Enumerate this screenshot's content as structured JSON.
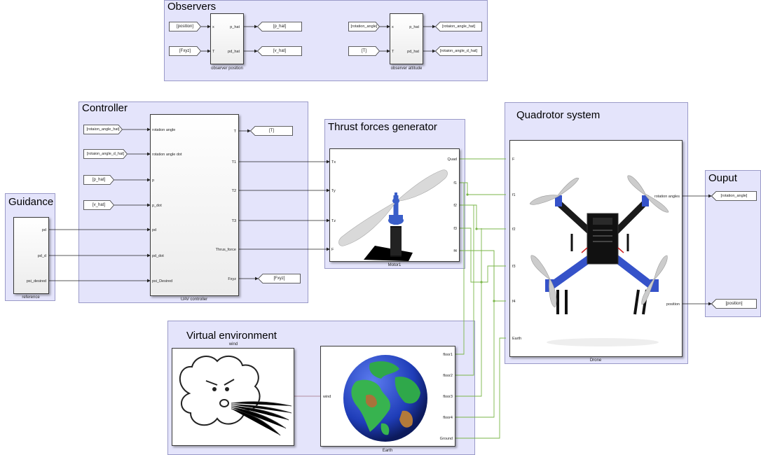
{
  "areas": {
    "observers": "Observers",
    "controller": "Controller",
    "guidance": "Guidance",
    "thrust": "Thrust forces generator",
    "quadrotor": "Quadrotor system",
    "output": "Ouput",
    "virtual_env": "Virtual environment"
  },
  "blocks": {
    "observer_position": {
      "label": "observer position",
      "in": [
        "x",
        "T"
      ],
      "out": [
        "p_hat",
        "pd_hat"
      ]
    },
    "observer_attitude": {
      "label": "observer attitude",
      "in": [
        "x",
        "T"
      ],
      "out": [
        "p_hat",
        "pd_hat"
      ]
    },
    "uav_controller": {
      "label": "UAV  controller",
      "in": [
        "rotation angle",
        "rotation angle dot",
        "p",
        "p_dot",
        "pd",
        "pd_dot",
        "psi_Desired"
      ],
      "out": [
        "T",
        "T1",
        "T2",
        "T3",
        "Thrus_force",
        "Fxyz"
      ]
    },
    "reference": {
      "label": "reference",
      "out": [
        "pd",
        "pd_d",
        "psi_desired"
      ]
    },
    "motor1": {
      "label": "Motor1",
      "in": [
        "Tx",
        "Ty",
        "Tz",
        "F"
      ],
      "out": [
        "Quad",
        "f1",
        "f2",
        "f3",
        "f4"
      ]
    },
    "drone": {
      "label": "Drone",
      "in": [
        "F",
        "f1",
        "f2",
        "f3",
        "f4",
        "Earth"
      ],
      "out": [
        "rotation angles",
        "position"
      ]
    },
    "wind": {
      "title": "wind",
      "out": [
        "wind"
      ]
    },
    "earth": {
      "label": "Earth",
      "in": [
        "wind"
      ],
      "out": [
        "floor1",
        "floor2",
        "floor3",
        "floor4",
        "Ground"
      ]
    }
  },
  "tags": {
    "from_position": "[position]",
    "from_fxyz": "[Fxyz]",
    "goto_p_hat": "[p_hat]",
    "goto_v_hat": "[v_hat]",
    "from_rotation_angle": "[rotation_angle]",
    "from_T": "[T]",
    "goto_rot_hat": "[rotaion_angle_hat]",
    "goto_rot_d_hat": "[rotaion_angle_d_hat]",
    "from_rot_hat": "[rotaion_angle_hat]",
    "from_rot_d_hat": "[rotaion_angle_d_hat]",
    "from_p_hat": "[p_hat]",
    "from_v_hat": "[v_hat]",
    "goto_T": "[T]",
    "goto_fxyz": "[Fxyz]",
    "goto_rotation_angle": "[rotation_angle]",
    "goto_position": "[position]"
  }
}
